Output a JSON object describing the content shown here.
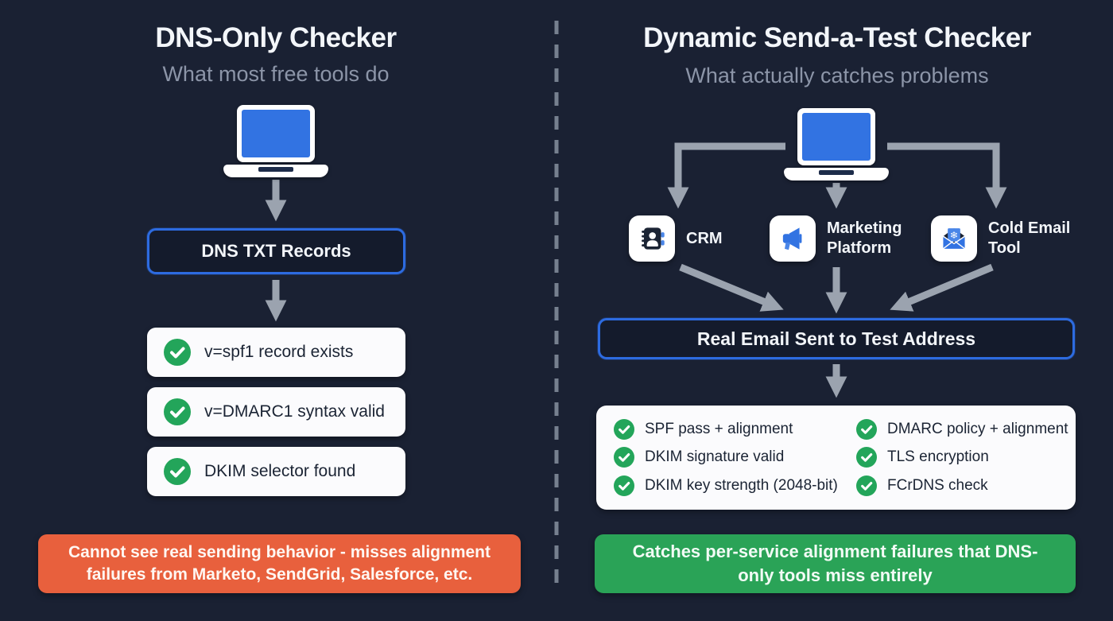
{
  "colors": {
    "background": "#1A2133",
    "accent_blue": "#2D6BE0",
    "icon_blue": "#3273E2",
    "success_green": "#23A55A",
    "banner_green": "#2AA357",
    "warning_orange": "#E8603D",
    "card_white": "#FBFBFD",
    "arrow_gray": "#9BA3AF",
    "muted_text": "#8C95A8"
  },
  "left": {
    "title": "DNS-Only Checker",
    "subtitle": "What most free tools do",
    "flow_box_label": "DNS TXT Records",
    "checks": [
      "v=spf1 record exists",
      "v=DMARC1 syntax valid",
      "DKIM selector found"
    ],
    "callout": "Cannot see real sending behavior - misses alignment failures from Marketo, SendGrid, Salesforce, etc."
  },
  "right": {
    "title": "Dynamic Send-a-Test Checker",
    "subtitle": "What actually catches problems",
    "services": [
      {
        "label": "CRM",
        "icon": "address-book-icon"
      },
      {
        "label": "Marketing Platform",
        "icon": "megaphone-icon"
      },
      {
        "label": "Cold Email Tool",
        "icon": "cold-email-icon"
      }
    ],
    "flow_box_label": "Real Email Sent to Test Address",
    "checks_left": [
      "SPF pass + alignment",
      "DKIM signature valid",
      "DKIM key strength (2048-bit)"
    ],
    "checks_right": [
      "DMARC policy + alignment",
      "TLS encryption",
      "FCrDNS check"
    ],
    "callout": "Catches per-service alignment failures that DNS-only tools miss entirely"
  }
}
